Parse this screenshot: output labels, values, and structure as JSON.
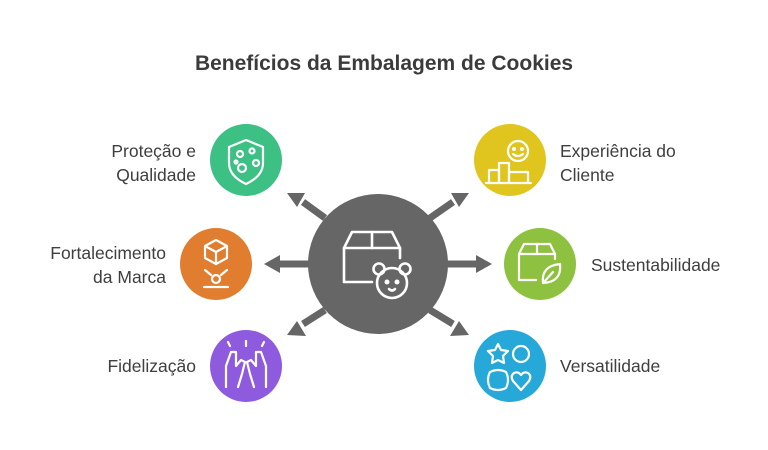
{
  "title": "Benefícios da Embalagem de Cookies",
  "colors": {
    "center": "#666666",
    "arrow": "#666666",
    "protecao": "#3cc083",
    "marca": "#e07d2f",
    "fidelizacao": "#8e5bde",
    "experiencia": "#dfc51d",
    "sustentabilidade": "#8dc13f",
    "versatilidade": "#26a8d9"
  },
  "nodes": {
    "protecao": {
      "line1": "Proteção e",
      "line2": "Qualidade",
      "icon": "shield-dots-icon"
    },
    "marca": {
      "line1": "Fortalecimento",
      "line2": "da Marca",
      "icon": "cube-award-icon"
    },
    "fidelizacao": {
      "label": "Fidelização",
      "icon": "high-five-icon"
    },
    "experiencia": {
      "line1": "Experiência do",
      "line2": "Cliente",
      "icon": "smiley-podium-icon"
    },
    "sustentabilidade": {
      "label": "Sustentabilidade",
      "icon": "box-leaf-icon"
    },
    "versatilidade": {
      "label": "Versatilidade",
      "icon": "shapes-icon"
    }
  },
  "center": {
    "icon": "box-cookie-bear-icon"
  }
}
